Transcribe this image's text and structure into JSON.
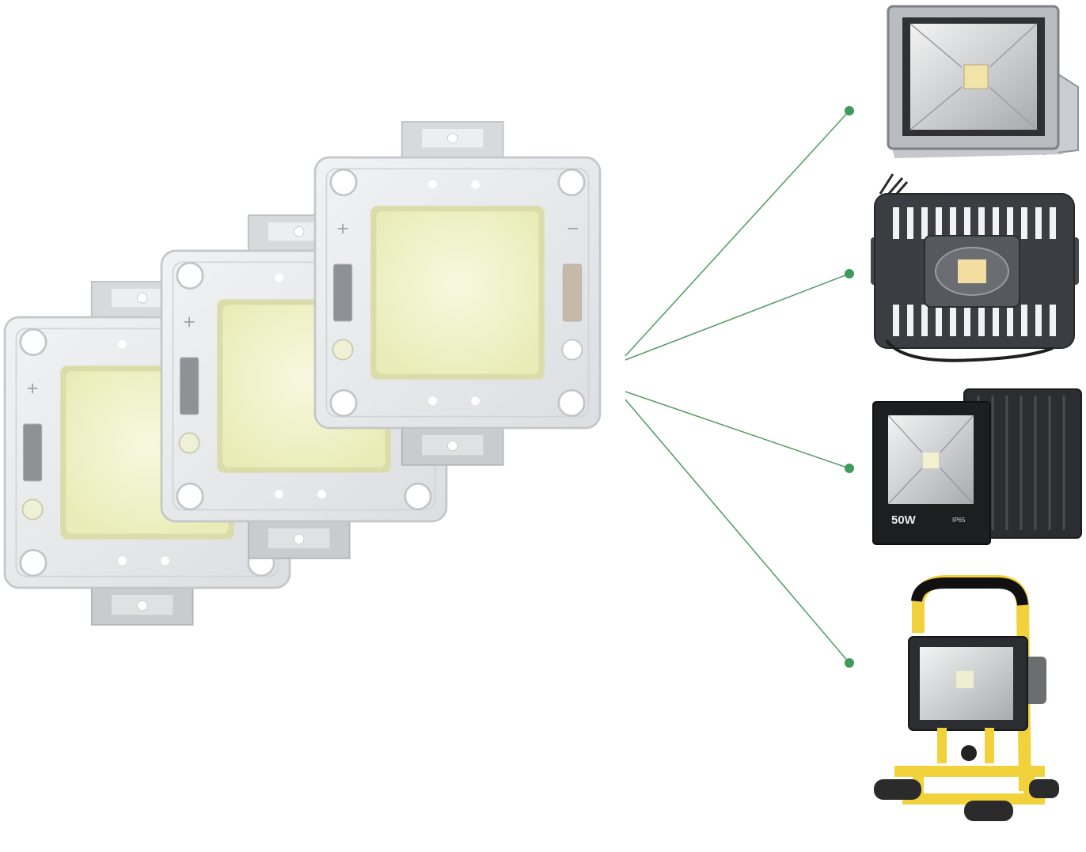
{
  "image": {
    "description_tags": [
      "cob-led-chip",
      "floodlight",
      "connector-line"
    ],
    "colors": {
      "background": "#ffffff",
      "chip_board": "#e6e8ea",
      "chip_phosphor": "#eef0c4",
      "connector": "#4d9a63",
      "fixture_dark": "#3b3d42",
      "fixture_gray": "#b9bcc0",
      "stand_yellow": "#f2d23a"
    }
  },
  "fixtures": [
    {
      "name": "gray-floodlight"
    },
    {
      "name": "heatsink-floodlight"
    },
    {
      "name": "black-floodlight",
      "wattage_label": "50W",
      "rating_label": "IP65"
    },
    {
      "name": "portable-work-light"
    }
  ]
}
